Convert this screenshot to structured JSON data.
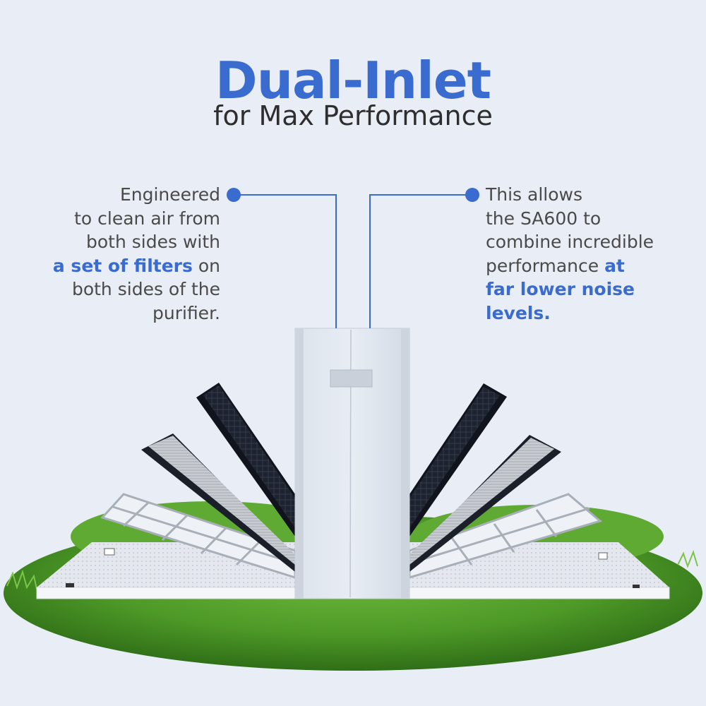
{
  "header": {
    "title": "Dual-Inlet",
    "subtitle": "for Max Performance"
  },
  "callouts": {
    "left": {
      "lines": [
        "Engineered",
        "to clean air from",
        "both sides with"
      ],
      "highlight": "a set of filters",
      "after_highlight": " on",
      "tail_lines": [
        "both sides of the",
        "purifier."
      ]
    },
    "right": {
      "lines": [
        "This allows",
        "the SA600 to",
        "combine incredible"
      ],
      "pre_highlight": "performance ",
      "highlight_lines": [
        "at",
        "far lower noise",
        "levels."
      ]
    }
  },
  "product": {
    "model": "SA600",
    "description": "Air purifier with filters fanned out on both sides, sitting on grass"
  },
  "colors": {
    "background": "#E9EEF6",
    "accent": "#3A6BCF",
    "text": "#4A4A4A",
    "grass": "#4F9A2A"
  }
}
